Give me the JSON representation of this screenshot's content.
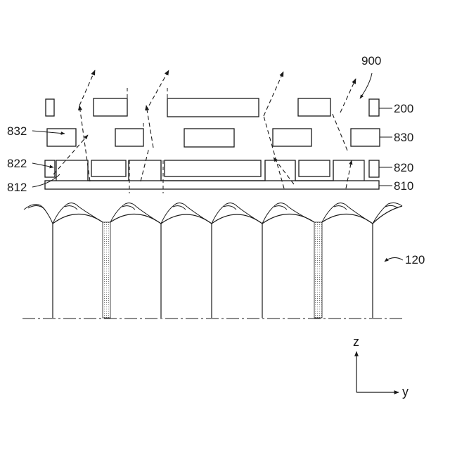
{
  "labels": {
    "l900": "900",
    "l200": "200",
    "l830": "830",
    "l820": "820",
    "l810": "810",
    "l832": "832",
    "l822": "822",
    "l812": "812",
    "l120": "120"
  },
  "axes": {
    "z": "z",
    "y": "y"
  }
}
